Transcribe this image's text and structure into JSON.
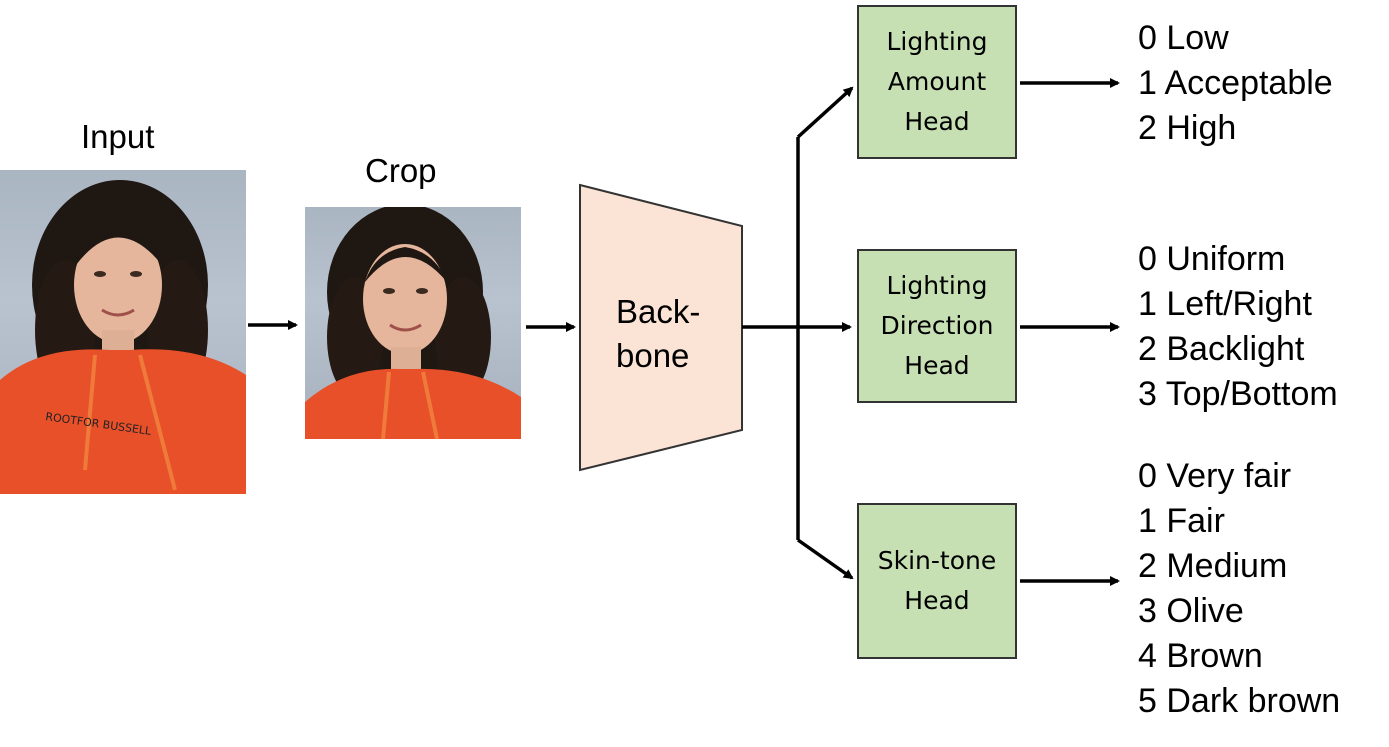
{
  "input_label": "Input",
  "crop_label": "Crop",
  "backbone": {
    "line1": "Back-",
    "line2": "bone"
  },
  "heads": [
    {
      "lines": [
        "Lighting",
        "Amount",
        "Head"
      ],
      "outputs": [
        "0 Low",
        "1 Acceptable",
        "2 High"
      ]
    },
    {
      "lines": [
        "Lighting",
        "Direction",
        "Head"
      ],
      "outputs": [
        "0 Uniform",
        "1 Left/Right",
        "2 Backlight",
        "3 Top/Bottom"
      ]
    },
    {
      "lines": [
        "Skin-tone",
        "Head"
      ],
      "outputs": [
        "0 Very fair",
        "1 Fair",
        "2 Medium",
        "3 Olive",
        "4 Brown",
        "5 Dark brown"
      ]
    }
  ],
  "colors": {
    "head_fill": "#c6e0b4",
    "backbone_fill": "#fbe4d5",
    "arrow": "#000000"
  }
}
